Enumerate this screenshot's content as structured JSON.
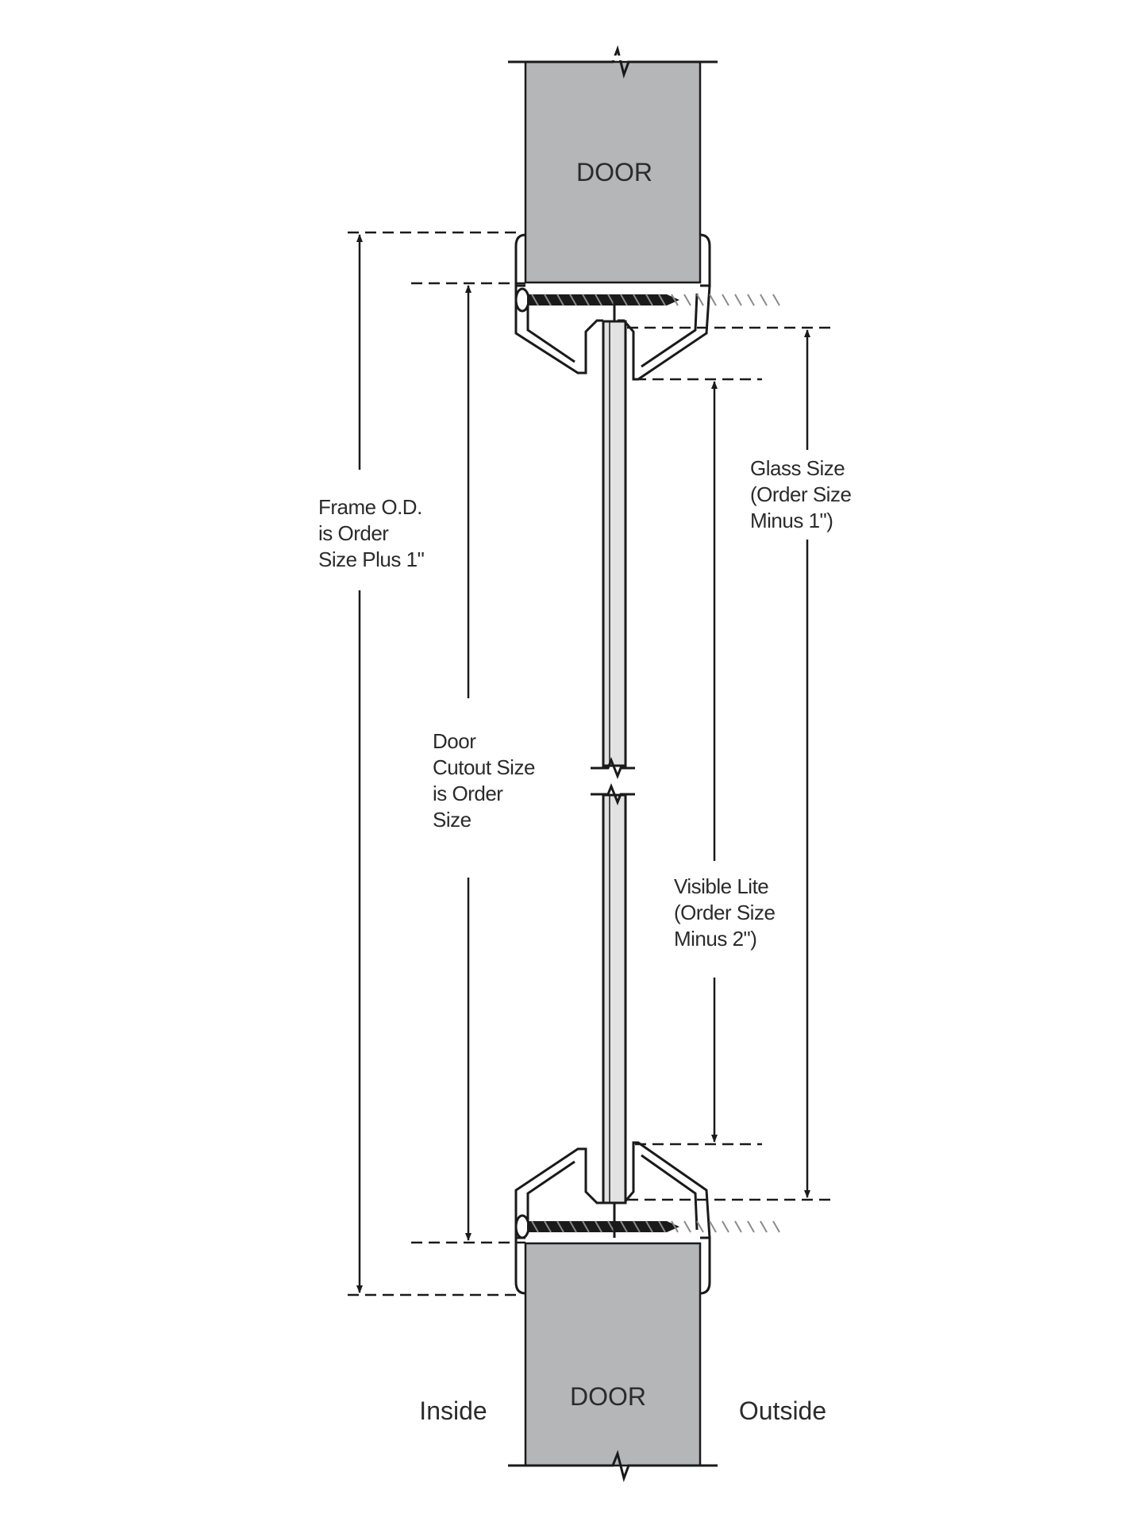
{
  "labels": {
    "door_top": "DOOR",
    "door_bottom": "DOOR",
    "inside": "Inside",
    "outside": "Outside",
    "frame_od": [
      "Frame O.D.",
      "is Order",
      "Size Plus 1\""
    ],
    "door_cutout": [
      "Door",
      "Cutout Size",
      "is Order",
      "Size"
    ],
    "glass_size": [
      "Glass Size",
      "(Order Size",
      "Minus 1\")"
    ],
    "visible_lite": [
      "Visible Lite",
      "(Order Size",
      "Minus 2\")"
    ]
  },
  "colors": {
    "door_fill": "#b5b6b8",
    "line": "#1a1a1a",
    "text": "#2b2b2b",
    "glass_fill": "#e2e2e2"
  }
}
